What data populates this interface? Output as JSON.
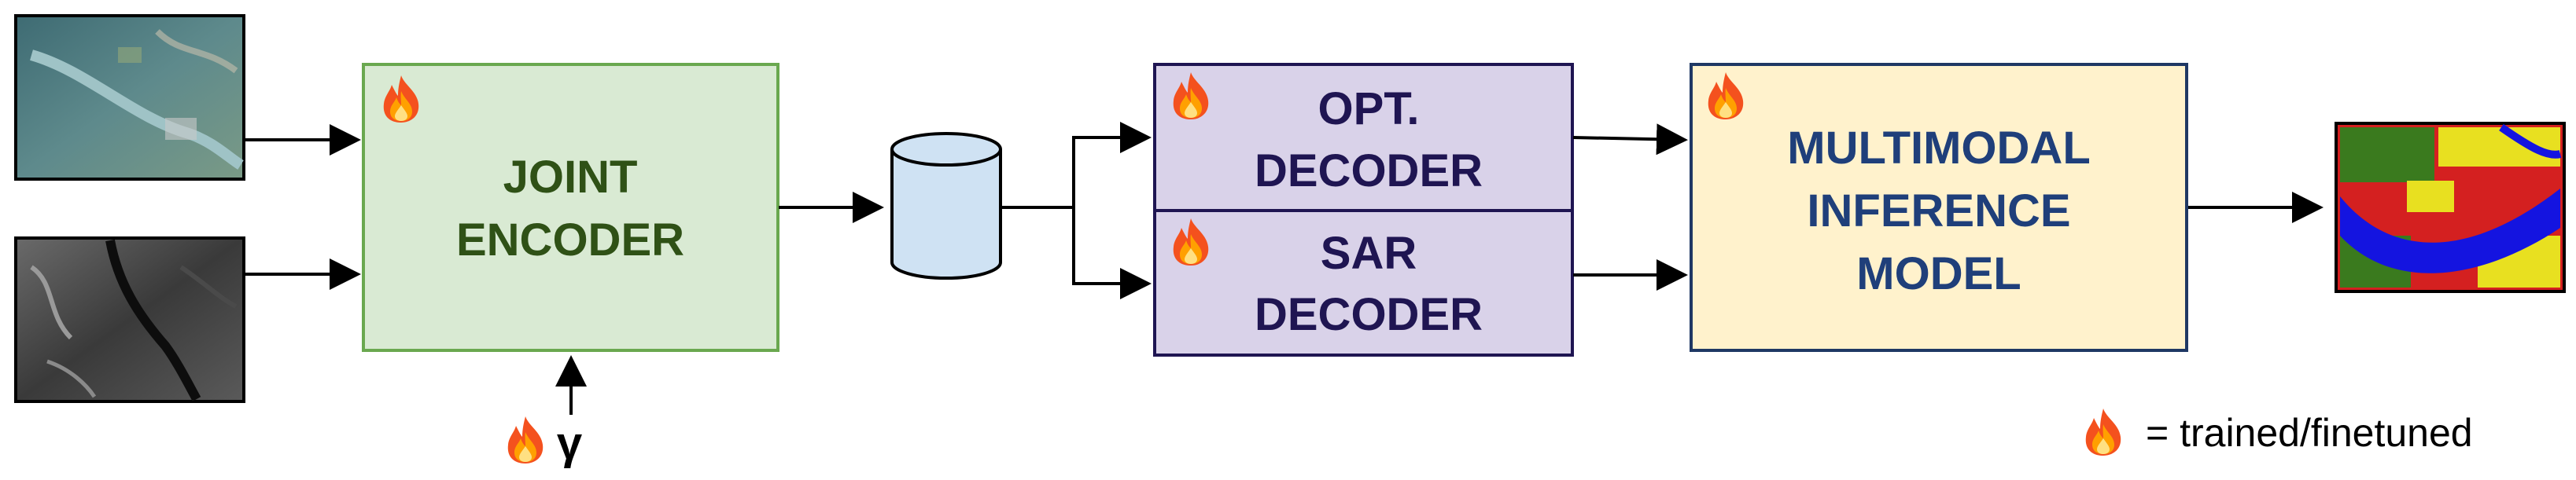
{
  "colors": {
    "joint_encoder_fill": "#d9ead3",
    "joint_encoder_stroke": "#6aa84f",
    "joint_encoder_text": "#2f5116",
    "decoder_fill": "#d9d2e9",
    "decoder_stroke": "#1f1552",
    "decoder_text": "#1f1552",
    "inference_fill": "#fff2cc",
    "inference_stroke": "#1f3864",
    "inference_text": "#1f3f7a",
    "database_fill": "#cfe2f3",
    "arrow": "#000000"
  },
  "joint_encoder": {
    "line1": "JOINT",
    "line2": "ENCODER",
    "trainable_icon": "fire-icon"
  },
  "gamma_input": {
    "symbol": "γ",
    "trainable_icon": "fire-icon"
  },
  "latent_store": {
    "icon": "database-icon"
  },
  "opt_decoder": {
    "line1": "OPT.",
    "line2": "DECODER",
    "trainable_icon": "fire-icon"
  },
  "sar_decoder": {
    "line1": "SAR",
    "line2": "DECODER",
    "trainable_icon": "fire-icon"
  },
  "inference_model": {
    "line1": "MULTIMODAL",
    "line2": "INFERENCE",
    "line3": "MODEL",
    "trainable_icon": "fire-icon"
  },
  "inputs": {
    "optical_image": "optical-satellite-image",
    "sar_image": "sar-satellite-image"
  },
  "output": {
    "image": "segmentation-map-image"
  },
  "legend": {
    "icon": "fire-icon",
    "text": "= trained/finetuned"
  }
}
